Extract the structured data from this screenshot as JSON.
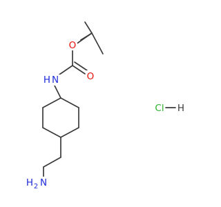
{
  "structure": {
    "atoms": {
      "oxygen_ether": {
        "text": "O",
        "color": "#e8120b"
      },
      "oxygen_carbonyl": {
        "text": "O",
        "color": "#e8120b"
      },
      "nitrogen_carbamate": {
        "text": "N",
        "color": "#1e2bd8"
      },
      "nitrogen_carbamate_h": {
        "text": "H",
        "color": "#1e2bd8"
      },
      "nitrogen_amine_h2": {
        "text": "H",
        "color": "#1e2bd8"
      },
      "nitrogen_amine_sub": {
        "text": "2",
        "color": "#1e2bd8"
      },
      "nitrogen_amine": {
        "text": "N",
        "color": "#1e2bd8"
      }
    },
    "salt": {
      "chlorine": {
        "text": "Cl",
        "color": "#2bb12b"
      },
      "hydrogen": {
        "text": "H",
        "color": "#3a3a3a"
      }
    },
    "bond_color": "#3a3a3a"
  }
}
